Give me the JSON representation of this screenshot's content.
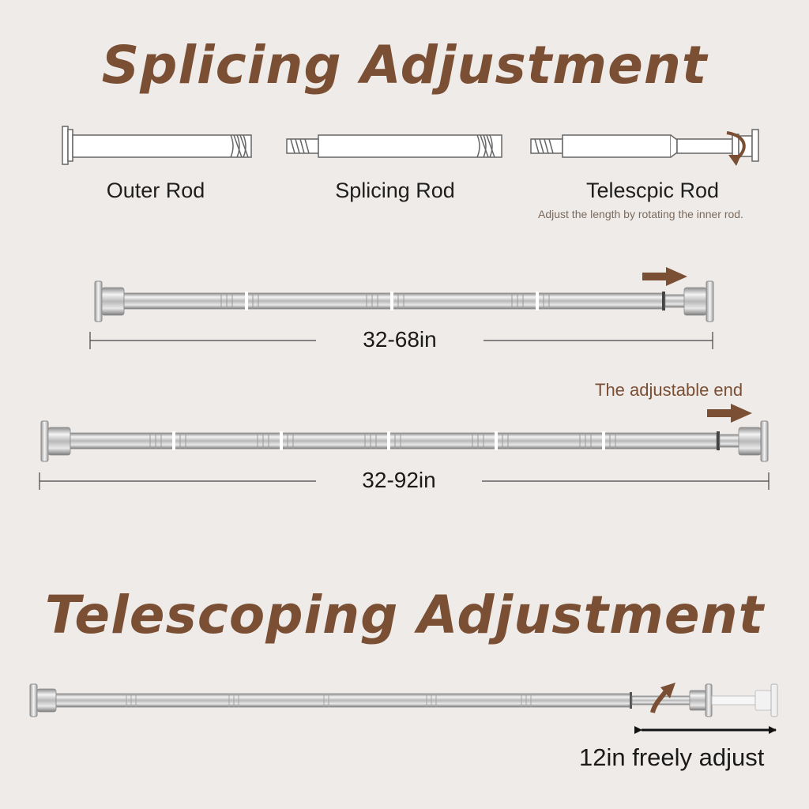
{
  "colors": {
    "brand": "#7a4f34",
    "background": "#efebe8",
    "rod_outline": "#6a6a6a",
    "dimension_line": "#444444"
  },
  "sections": {
    "splicing": {
      "title": "Splicing Adjustment",
      "parts": [
        {
          "label": "Outer Rod",
          "icon": "outer-rod-icon"
        },
        {
          "label": "Splicing Rod",
          "icon": "splicing-rod-icon"
        },
        {
          "label": "Telescpic Rod",
          "icon": "telescopic-rod-icon"
        }
      ],
      "part_note": "Adjust the length by rotating the inner rod.",
      "short_rod_range": "32-68in",
      "long_rod_range": "32-92in",
      "adjustable_end_label": "The adjustable end"
    },
    "telescoping": {
      "title": "Telescoping Adjustment",
      "free_adjust_label": "12in freely adjust"
    }
  }
}
